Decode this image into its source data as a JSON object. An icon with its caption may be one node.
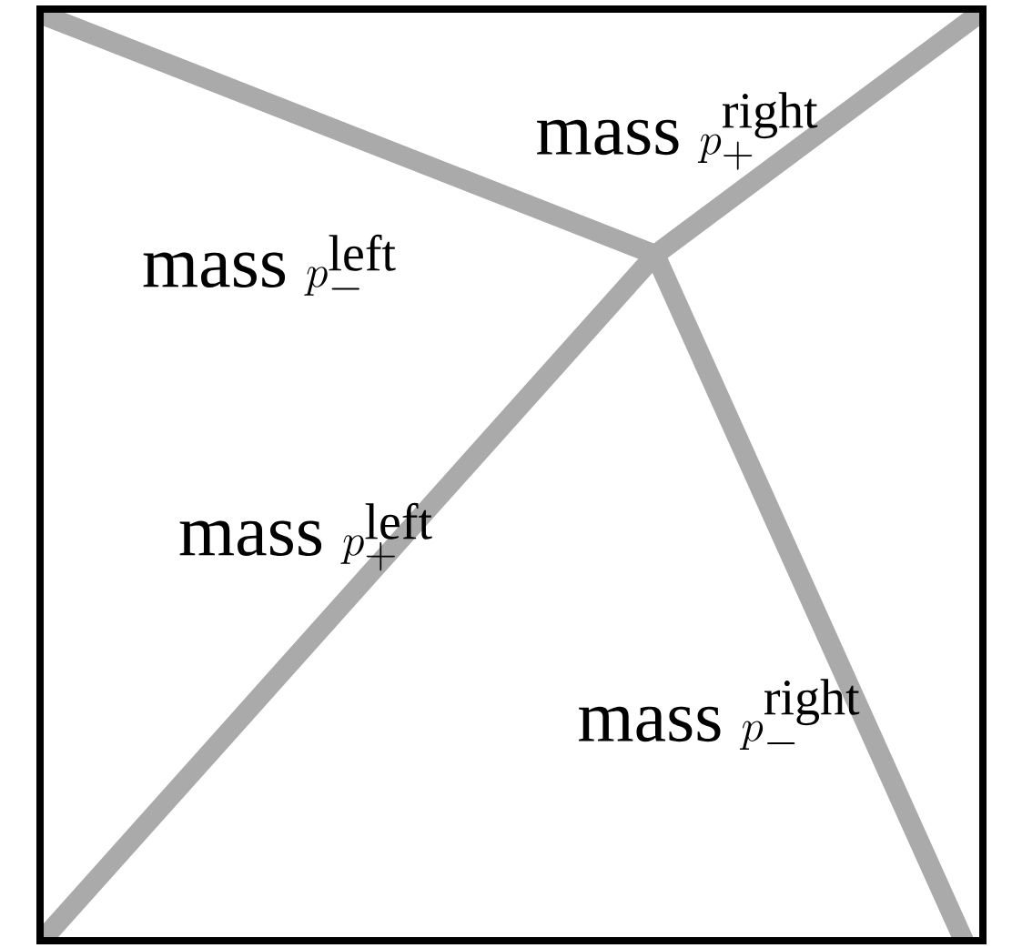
{
  "diagram": {
    "labels": [
      "\\mathrm{mass}\\ p_{+}^{\\mathrm{right}}",
      "\\mathrm{mass}\\ p_{-}^{\\mathrm{left}}",
      "\\mathrm{mass}\\ p_{+}^{\\mathrm{left}}",
      "\\mathrm{mass}\\ p_{-}^{\\mathrm{right}}"
    ]
  }
}
